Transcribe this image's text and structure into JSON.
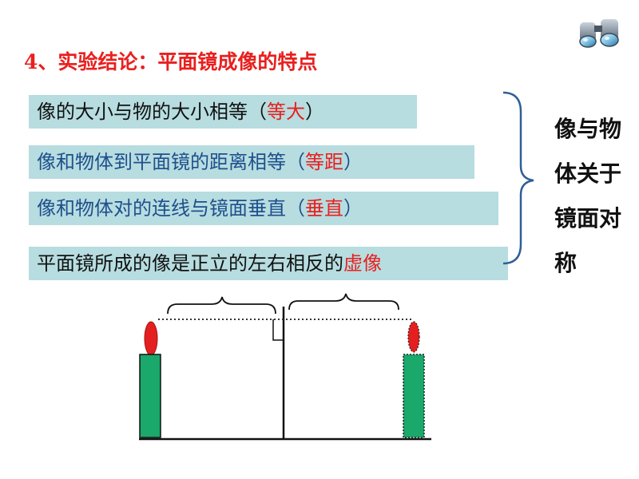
{
  "title": "4、实验结论：平面镜成像的特点",
  "statements": [
    {
      "text": "像的大小与物的大小相等（",
      "highlight": "等大",
      "suffix": "）"
    },
    {
      "text": "像和物体到平面镜的距离相等（",
      "highlight": "等距",
      "suffix": "）"
    },
    {
      "text": "像和物体对的连线与镜面垂直（",
      "highlight": "垂直",
      "suffix": "）"
    },
    {
      "text": "平面镜所成的像是正立的左右相反的",
      "highlight": "虚像",
      "suffix": ""
    }
  ],
  "conclusion": {
    "line1": "像与物",
    "line2": "体关于",
    "line3": "镜面对",
    "line4": "称"
  },
  "colors": {
    "highlight": "#e8201f",
    "box_background": "#b7dde0",
    "candle_green": "#1aa86b",
    "flame_red": "#e41f1f"
  },
  "icon": "binoculars-icon"
}
